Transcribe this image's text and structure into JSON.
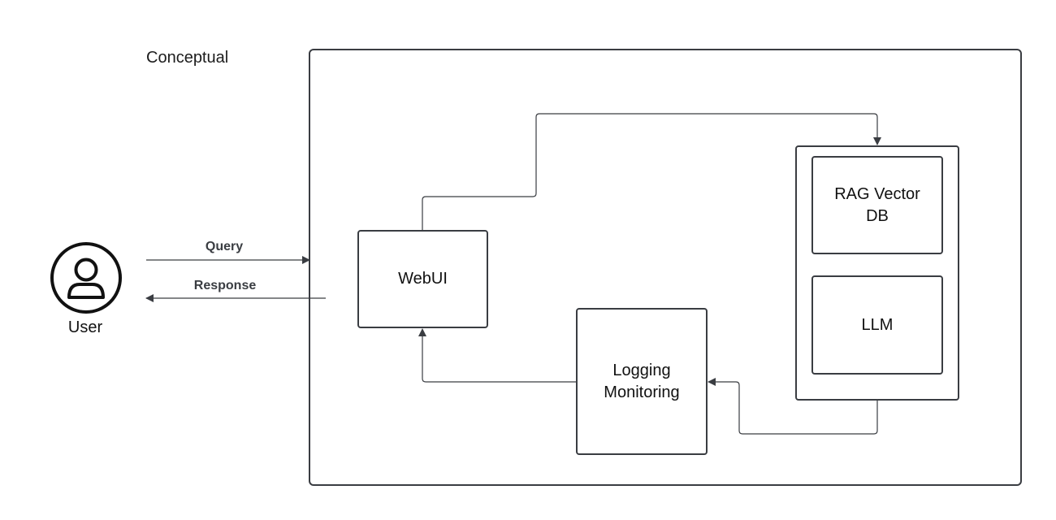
{
  "diagram": {
    "title": "Conceptual",
    "nodes": {
      "webui": "WebUI",
      "logging": "Logging\nMonitoring",
      "rag": "RAG Vector\nDB",
      "llm": "LLM"
    },
    "actor": {
      "label": "User",
      "icon": "user-icon"
    },
    "edges": {
      "query": "Query",
      "response": "Response"
    }
  }
}
